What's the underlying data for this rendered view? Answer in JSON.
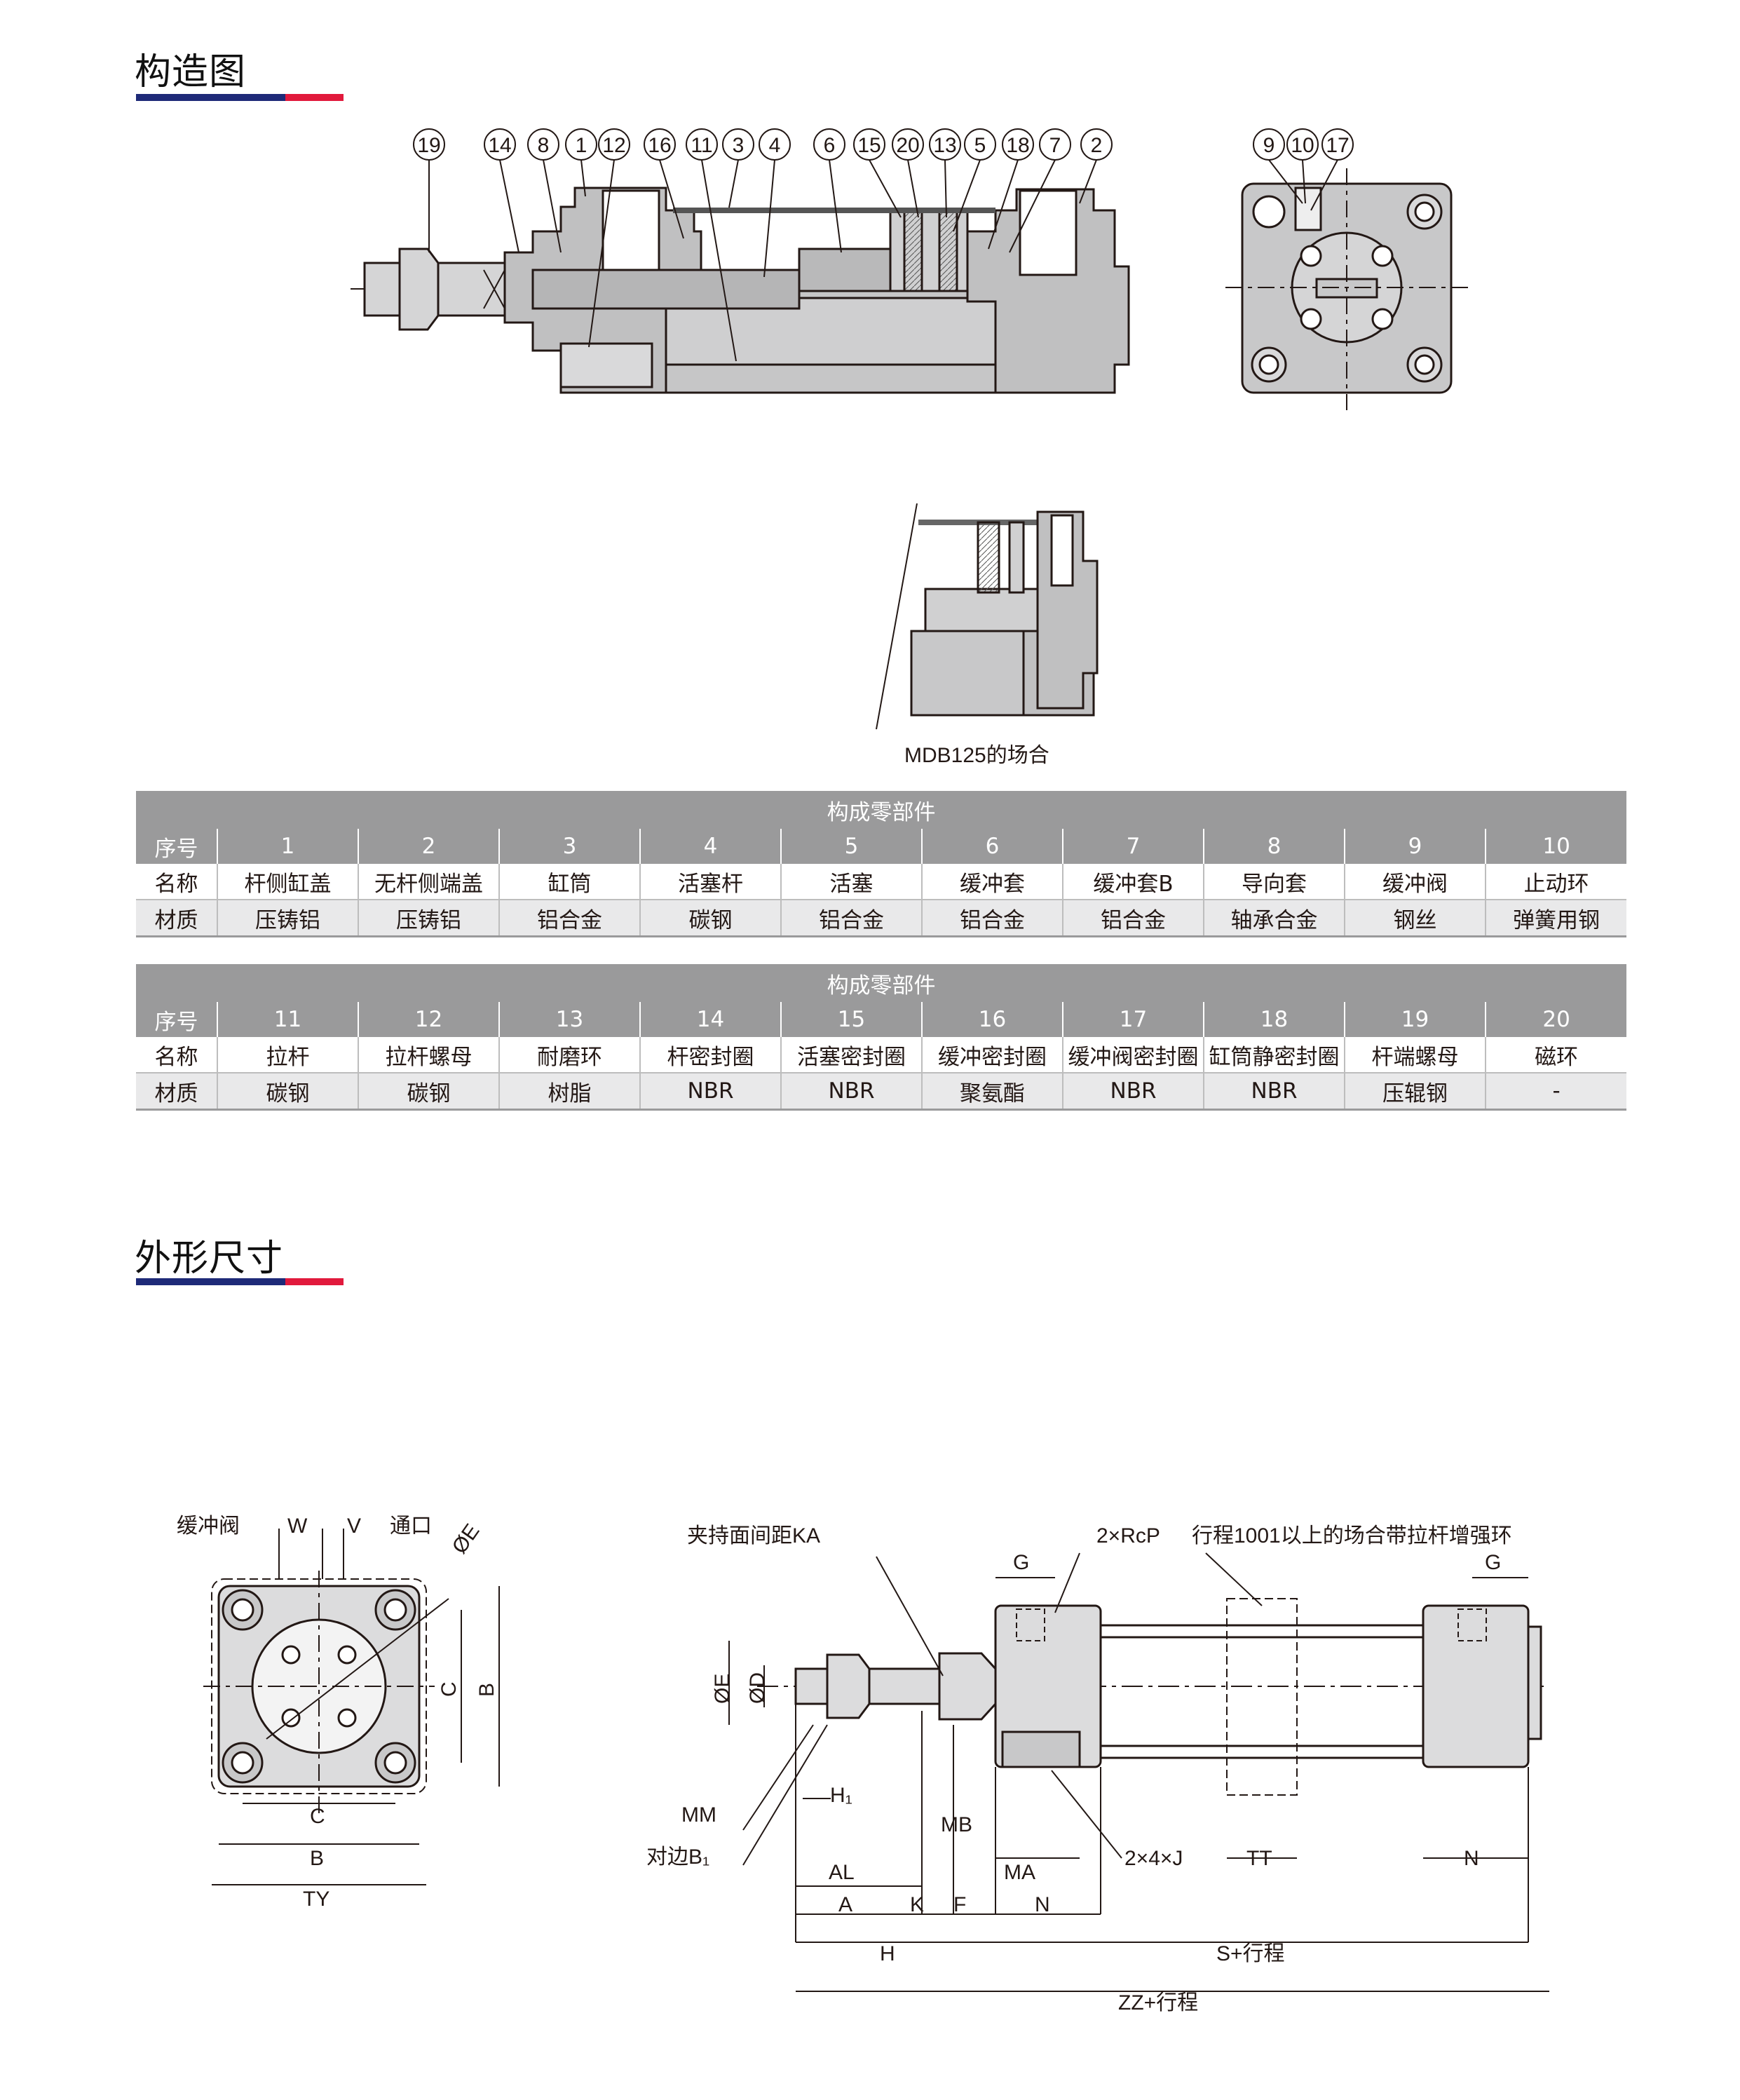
{
  "sections": {
    "structure_title": "构造图",
    "dimensions_title": "外形尺寸"
  },
  "structure": {
    "balloons_left": [
      "19",
      "14",
      "8",
      "1",
      "12",
      "16",
      "11",
      "3",
      "4",
      "6",
      "15",
      "20",
      "13",
      "5",
      "18",
      "7",
      "2"
    ],
    "balloons_right": [
      "9",
      "10",
      "17"
    ],
    "detail_caption": "MDB125的场合"
  },
  "tables": [
    {
      "caption": "构成零部件",
      "row_labels": [
        "序号",
        "名称",
        "材质"
      ],
      "numbers": [
        "1",
        "2",
        "3",
        "4",
        "5",
        "6",
        "7",
        "8",
        "9",
        "10"
      ],
      "names": [
        "杆侧缸盖",
        "无杆侧端盖",
        "缸筒",
        "活塞杆",
        "活塞",
        "缓冲套",
        "缓冲套B",
        "导向套",
        "缓冲阀",
        "止动环"
      ],
      "materials": [
        "压铸铝",
        "压铸铝",
        "铝合金",
        "碳钢",
        "铝合金",
        "铝合金",
        "铝合金",
        "轴承合金",
        "钢丝",
        "弹簧用钢"
      ]
    },
    {
      "caption": "构成零部件",
      "row_labels": [
        "序号",
        "名称",
        "材质"
      ],
      "numbers": [
        "11",
        "12",
        "13",
        "14",
        "15",
        "16",
        "17",
        "18",
        "19",
        "20"
      ],
      "names": [
        "拉杆",
        "拉杆螺母",
        "耐磨环",
        "杆密封圈",
        "活塞密封圈",
        "缓冲密封圈",
        "缓冲阀密封圈",
        "缸筒静密封圈",
        "杆端螺母",
        "磁环"
      ],
      "materials": [
        "碳钢",
        "碳钢",
        "树脂",
        "NBR",
        "NBR",
        "聚氨酯",
        "NBR",
        "NBR",
        "压辊钢",
        "-"
      ]
    }
  ],
  "dimensions": {
    "end_view": {
      "cushion_valve": "缓冲阀",
      "w": "W",
      "v": "V",
      "port": "通口",
      "oe": "ØE",
      "c_right": "C",
      "b_right": "B",
      "c_bottom": "C",
      "b_bottom": "B",
      "ty": "TY"
    },
    "side_view": {
      "ka": "夹持面间距KA",
      "rcp": "2×RcP",
      "tie_rod_note": "行程1001以上的场合带拉杆增强环",
      "g_left": "G",
      "g_right": "G",
      "oe": "ØE",
      "od": "ØD",
      "mm": "MM",
      "h1": "H₁",
      "b1": "对边B₁",
      "mb": "MB",
      "j": "2×4×J",
      "tt": "TT",
      "n_right": "N",
      "al": "AL",
      "ma": "MA",
      "a": "A",
      "k": "K",
      "f": "F",
      "n_bottom": "N",
      "h": "H",
      "s": "S+行程",
      "zz": "ZZ+行程"
    }
  }
}
